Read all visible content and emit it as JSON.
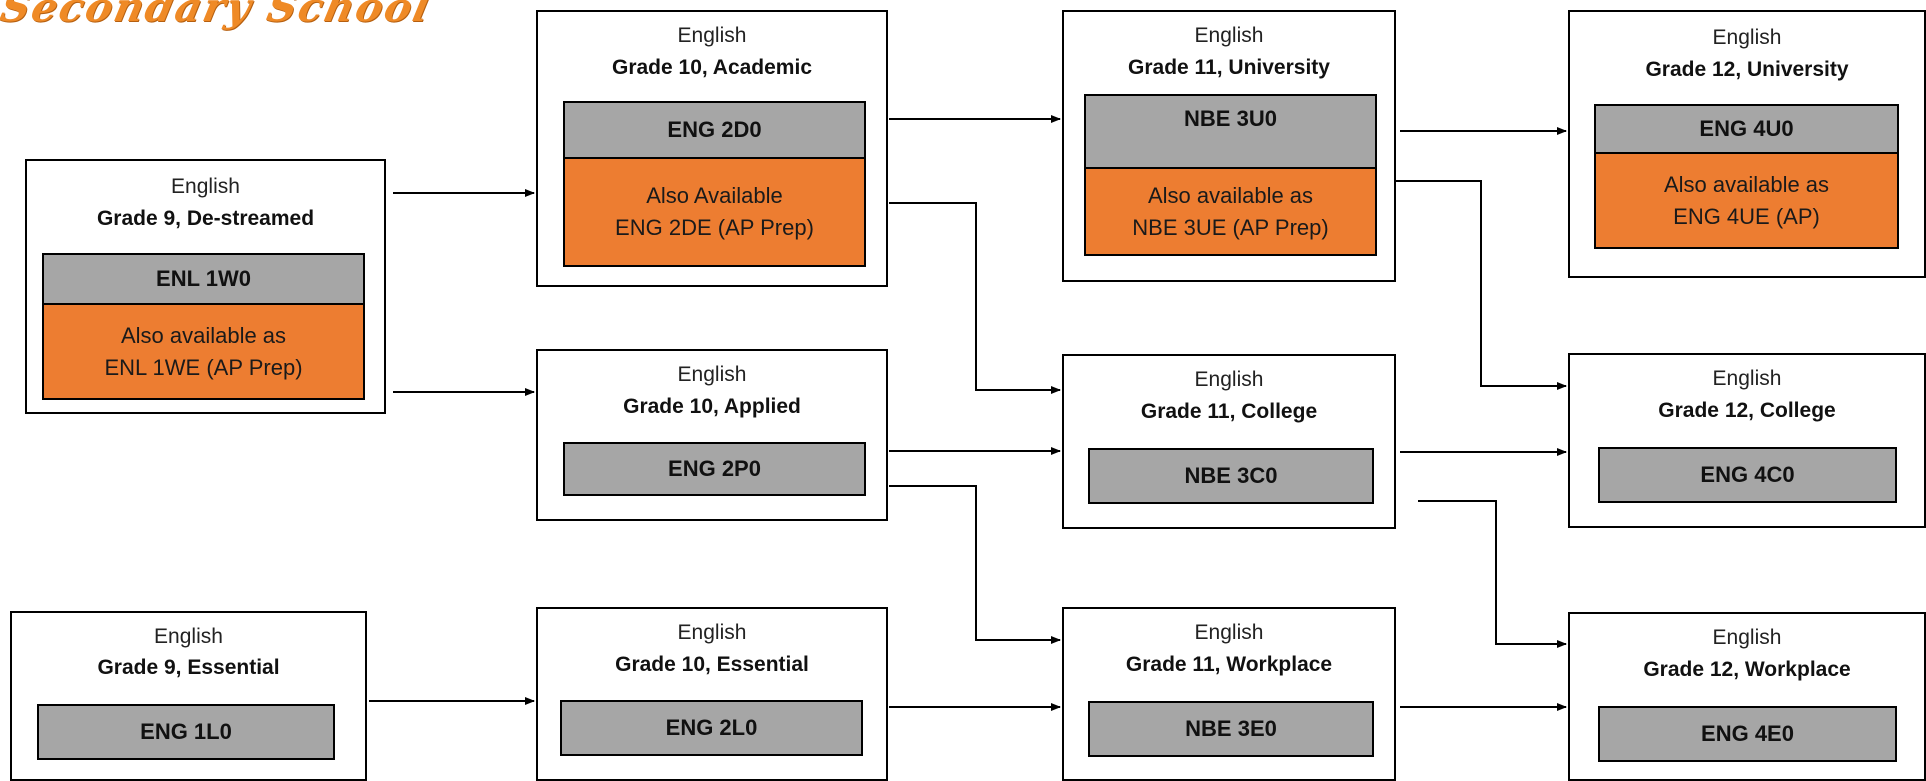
{
  "logo_text": "Secondary School",
  "colors": {
    "code_fill": "#a6a6a6",
    "alt_fill": "#ed7d31",
    "border": "#000000",
    "logo": "#ef8a26"
  },
  "courses": {
    "g9_destreamed": {
      "subject": "English",
      "grade": "Grade 9, De-streamed",
      "code": "ENL 1W0",
      "alt_line1": "Also available as",
      "alt_line2": "ENL 1WE (AP Prep)"
    },
    "g9_essential": {
      "subject": "English",
      "grade": "Grade 9, Essential",
      "code": "ENG 1L0"
    },
    "g10_academic": {
      "subject": "English",
      "grade": "Grade 10, Academic",
      "code": "ENG 2D0",
      "alt_line1": "Also  Available",
      "alt_line2": "ENG 2DE (AP Prep)"
    },
    "g10_applied": {
      "subject": "English",
      "grade": "Grade 10, Applied",
      "code": "ENG 2P0"
    },
    "g10_essential": {
      "subject": "English",
      "grade": "Grade 10, Essential",
      "code": "ENG 2L0"
    },
    "g11_university": {
      "subject": "English",
      "grade": "Grade 11, University",
      "code": "NBE 3U0",
      "alt_line1": "Also  available as",
      "alt_line2": "NBE 3UE (AP Prep)"
    },
    "g11_college": {
      "subject": "English",
      "grade": "Grade 11, College",
      "code": "NBE 3C0"
    },
    "g11_workplace": {
      "subject": "English",
      "grade": "Grade 11, Workplace",
      "code": "NBE 3E0"
    },
    "g12_university": {
      "subject": "English",
      "grade": "Grade 12, University",
      "code": "ENG 4U0",
      "alt_line1": "Also available as",
      "alt_line2": "ENG 4UE (AP)"
    },
    "g12_college": {
      "subject": "English",
      "grade": "Grade 12, College",
      "code": "ENG 4C0"
    },
    "g12_workplace": {
      "subject": "English",
      "grade": "Grade 12, Workplace",
      "code": "ENG 4E0"
    }
  },
  "connections": [
    {
      "from": "ENL 1W0",
      "to": "ENG 2D0"
    },
    {
      "from": "ENL 1W0",
      "to": "ENG 2P0"
    },
    {
      "from": "ENG 1L0",
      "to": "ENG 2L0"
    },
    {
      "from": "ENG 2D0",
      "to": "NBE 3U0"
    },
    {
      "from": "ENG 2D0",
      "to": "NBE 3C0"
    },
    {
      "from": "ENG 2P0",
      "to": "NBE 3C0"
    },
    {
      "from": "ENG 2P0",
      "to": "NBE 3E0"
    },
    {
      "from": "ENG 2L0",
      "to": "NBE 3E0"
    },
    {
      "from": "NBE 3U0",
      "to": "ENG 4U0"
    },
    {
      "from": "NBE 3U0",
      "to": "ENG 4C0"
    },
    {
      "from": "NBE 3C0",
      "to": "ENG 4C0"
    },
    {
      "from": "NBE 3C0",
      "to": "ENG 4E0"
    },
    {
      "from": "NBE 3E0",
      "to": "ENG 4E0"
    }
  ]
}
